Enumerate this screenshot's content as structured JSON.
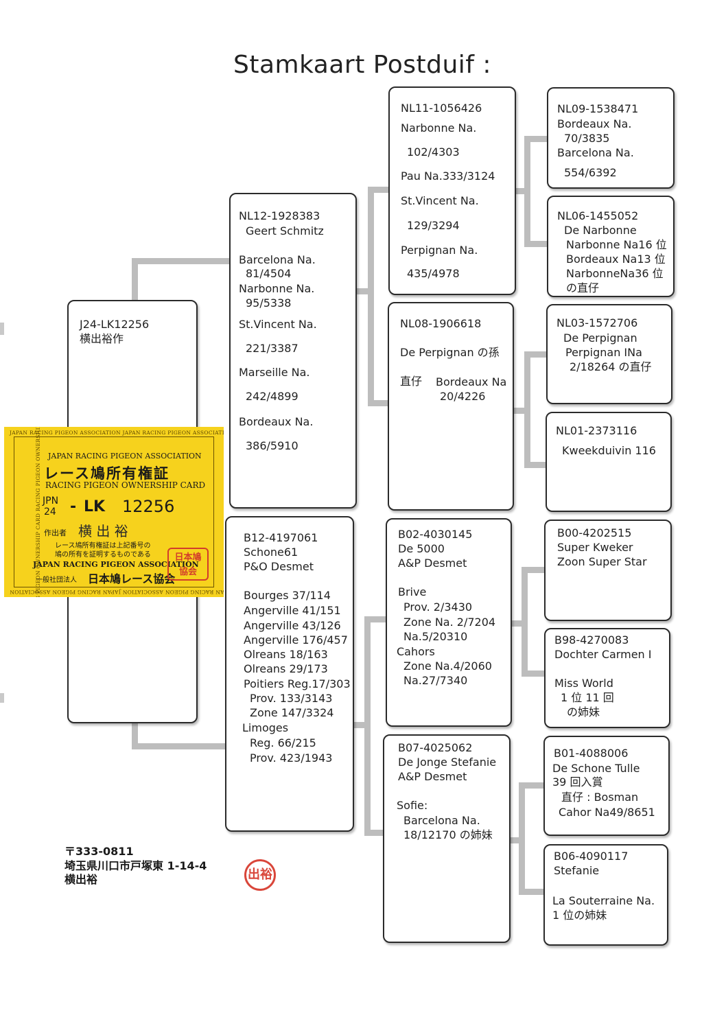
{
  "title": "Stamkaart Postduif :",
  "colors": {
    "card_yellow": "#f6d21d",
    "seal_red": "#d23c2b",
    "connector_gray": "#bdbdbd"
  },
  "pigeons": {
    "gen1": {
      "ring": "J24-LK12256",
      "lines": [
        "横出裕作"
      ]
    },
    "sire": {
      "ring": "NL12-1928383",
      "lines": [
        "Geert Schmitz",
        "Barcelona Na.",
        "81/4504",
        "Narbonne Na.",
        "95/5338",
        "St.Vincent Na.",
        "221/3387",
        "Marseille Na.",
        "242/4899",
        "Bordeaux Na.",
        "386/5910"
      ]
    },
    "dam": {
      "ring": "B12-4197061",
      "lines": [
        "Schone61",
        "P&O Desmet",
        "Bourges 37/114",
        "Angerville 41/151",
        "Angerville 43/126",
        "Angerville 176/457",
        "Olreans 18/163",
        "Olreans 29/173",
        "Poitiers Reg.17/303",
        "Prov. 133/3143",
        "Zone 147/3324",
        "Limoges",
        "Reg. 66/215",
        "Prov. 423/1943"
      ]
    },
    "sire_sire": {
      "ring": "NL11-1056426",
      "lines": [
        "Narbonne Na.",
        "102/4303",
        "Pau Na.333/3124",
        "St.Vincent Na.",
        "129/3294",
        "Perpignan Na.",
        "435/4978"
      ]
    },
    "sire_dam": {
      "ring": "NL08-1906618",
      "lines": [
        "De Perpignan の孫",
        "直仔",
        "Bordeaux Na",
        "20/4226"
      ]
    },
    "dam_sire": {
      "ring": "B02-4030145",
      "lines": [
        "De 5000",
        "A&P Desmet",
        "Brive",
        "Prov. 2/3430",
        "Zone Na. 2/7204",
        "Na.5/20310",
        "Cahors",
        "Zone Na.4/2060",
        "Na.27/7340"
      ]
    },
    "dam_dam": {
      "ring": "B07-4025062",
      "lines": [
        "De Jonge Stefanie",
        "A&P Desmet",
        "Sofie:",
        "Barcelona Na.",
        "18/12170 の姉妹"
      ]
    },
    "ss_s": {
      "ring": "NL09-1538471",
      "lines": [
        "Bordeaux Na.",
        "70/3835",
        "Barcelona Na.",
        "554/6392"
      ]
    },
    "ss_d": {
      "ring": "NL06-1455052",
      "lines": [
        "De Narbonne",
        "Narbonne Na16 位",
        "Bordeaux Na13 位",
        "NarbonneNa36 位",
        "の直仔"
      ]
    },
    "sd_s": {
      "ring": "NL03-1572706",
      "lines": [
        "De Perpignan",
        "Perpignan INa",
        "2/18264 の直仔"
      ]
    },
    "sd_d": {
      "ring": "NL01-2373116",
      "lines": [
        "Kweekduivin 116"
      ]
    },
    "ds_s": {
      "ring": "B00-4202515",
      "lines": [
        "Super Kweker",
        "Zoon Super Star"
      ]
    },
    "ds_d": {
      "ring": "B98-4270083",
      "lines": [
        "Dochter Carmen I",
        "Miss World",
        "1 位 11 回",
        "の姉妹"
      ]
    },
    "dd_s": {
      "ring": "B01-4088006",
      "lines": [
        "De Schone Tulle",
        "39 回入賞",
        "直仔 : Bosman",
        "Cahor Na49/8651"
      ]
    },
    "dd_d": {
      "ring": "B06-4090117",
      "lines": [
        "Stefanie",
        "La Souterraine Na.",
        "1 位の姉妹"
      ]
    }
  },
  "ownership_card": {
    "frame_text": "JAPAN RACING PIGEON ASSOCIATION JAPAN RACING PIGEON ASSOCIATION",
    "frame_side_text": "RACING PIGEON OWNERSHIP CARD RACING PIGEON OWNERSHIP CARD",
    "org_en": "JAPAN RACING PIGEON ASSOCIATION",
    "title_jp": "レース鳩所有権証",
    "title_en": "RACING PIGEON OWNERSHIP CARD",
    "country": "JPN",
    "year": "24",
    "separator": "-",
    "series": "LK",
    "number": "12256",
    "breeder_label": "作出者",
    "breeder_name": "横 出 裕",
    "note_line1": "レース鳩所有権証は上記番号の",
    "note_line2": "鳩の所有を証明するものである",
    "issuer_en": "JAPAN RACING PIGEON ASSOCIATION",
    "issuer_prefix": "一般社団法人",
    "issuer_jp": "日本鳩レース協会",
    "seal_text": "日本鳩協会"
  },
  "address": {
    "postal": "〒333-0811",
    "street": "埼玉県川口市戸塚東 1-14-4",
    "name": "横出裕",
    "hanko": "出裕"
  }
}
